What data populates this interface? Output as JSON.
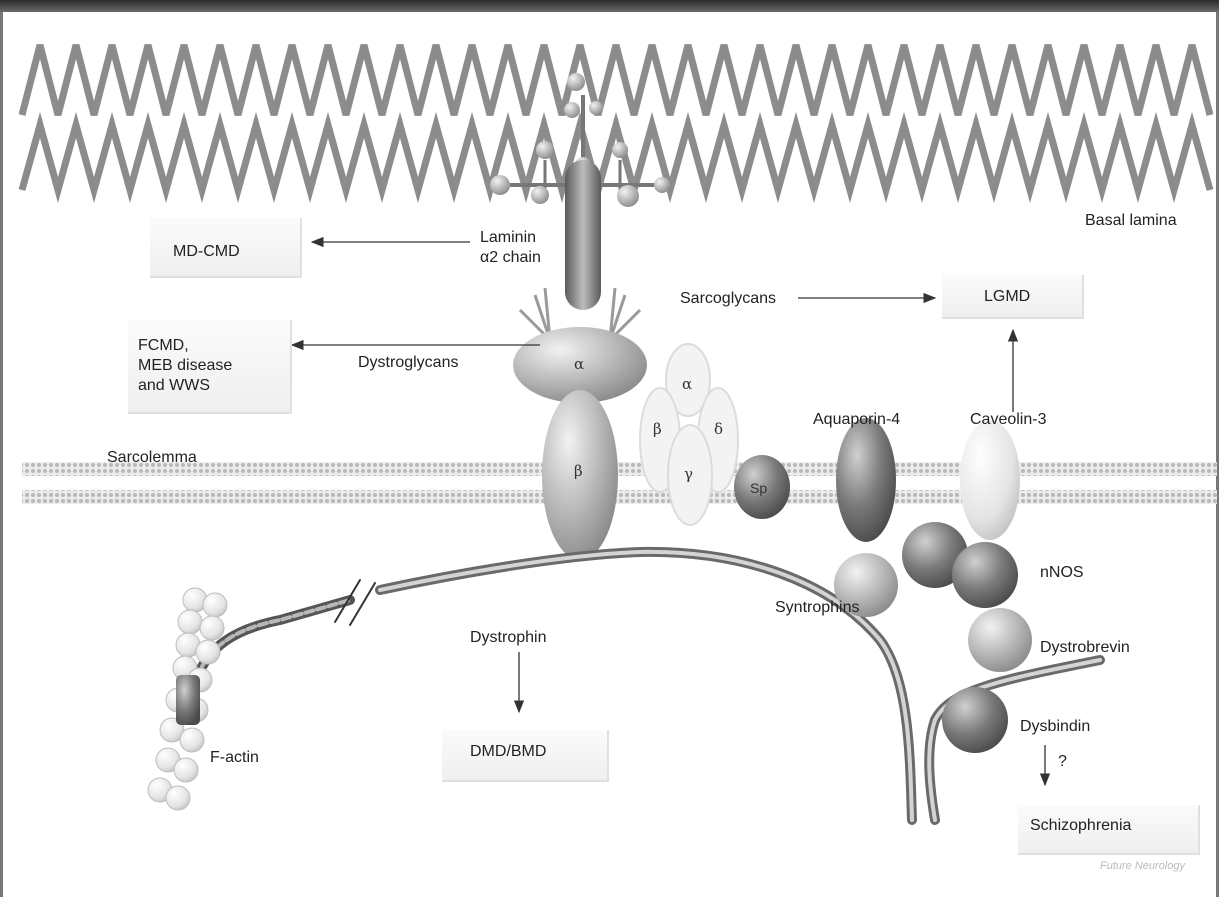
{
  "labels": {
    "basal_lamina": "Basal lamina",
    "laminin_line1": "Laminin",
    "laminin_line2": "α2 chain",
    "md_cmd": "MD-CMD",
    "sarcoglycans": "Sarcoglycans",
    "lgmd": "LGMD",
    "fcmd_line1": "FCMD,",
    "fcmd_line2": "MEB disease",
    "fcmd_line3": "and WWS",
    "dystroglycans": "Dystroglycans",
    "sarcolemma": "Sarcolemma",
    "aquaporin": "Aquaporin-4",
    "caveolin": "Caveolin-3",
    "nnos": "nNOS",
    "syntrophins": "Syntrophins",
    "dystrophin": "Dystrophin",
    "dystrobrevin": "Dystrobrevin",
    "dmd_bmd": "DMD/BMD",
    "dysbindin": "Dysbindin",
    "question": "?",
    "schizophrenia": "Schizophrenia",
    "f_actin": "F-actin",
    "sp": "Sp",
    "credit": "Future Neurology"
  },
  "greek": {
    "dg_alpha": "α",
    "dg_beta": "β",
    "sg_alpha": "α",
    "sg_beta": "β",
    "sg_delta": "δ",
    "sg_gamma": "γ"
  },
  "colors": {
    "protein_dark": "#6f6f6f",
    "protein_mid": "#a9a9a9",
    "protein_light": "#d9d9d9",
    "membrane": "#c8c8c8",
    "arrow": "#333333"
  }
}
